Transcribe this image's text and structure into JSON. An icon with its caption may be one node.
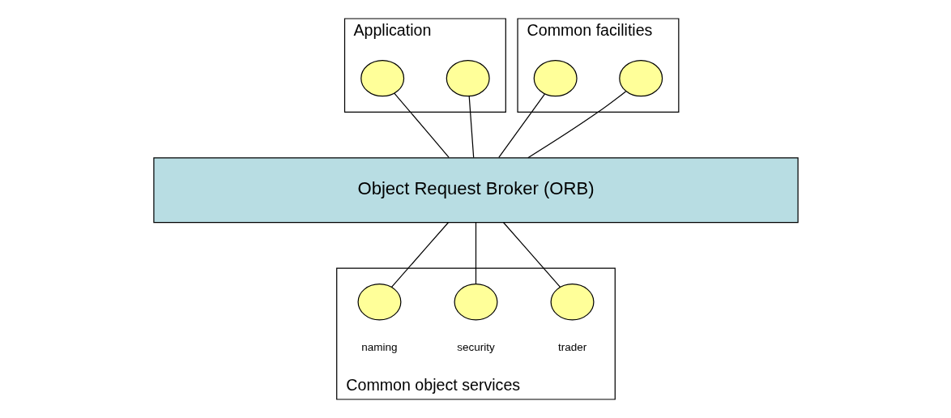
{
  "diagram": {
    "nodes": [
      {
        "text": [
          "Application"
        ]
      },
      {
        "text": [],
        "shape": "circle",
        "in": 0
      },
      {
        "text": [],
        "shape": "circle",
        "in": 0
      },
      {
        "text": [
          "Common facilities"
        ]
      },
      {
        "text": [],
        "shape": "circle",
        "in": 3
      },
      {
        "text": [],
        "shape": "circle",
        "in": 3
      },
      {
        "text": [
          "Object Request Broker (ORB)"
        ]
      },
      {
        "text": [
          "Common object services"
        ]
      },
      {
        "text": [],
        "shape": "circle",
        "in": 7,
        "beside": [
          "naming"
        ]
      },
      {
        "text": [],
        "shape": "circle",
        "in": 7,
        "beside": [
          "security"
        ]
      },
      {
        "text": [],
        "shape": "circle",
        "in": 7,
        "beside": [
          "trader"
        ]
      }
    ],
    "edges": [
      {
        "from": 1,
        "to": 6,
        "arrow": "none"
      },
      {
        "from": 2,
        "to": 6,
        "arrow": "none"
      },
      {
        "from": 4,
        "to": 6,
        "arrow": "none"
      },
      {
        "from": 5,
        "to": 6,
        "arrow": "none"
      },
      {
        "from": 6,
        "to": 8,
        "arrow": "none"
      },
      {
        "from": 6,
        "to": 9,
        "arrow": "none"
      },
      {
        "from": 6,
        "to": 10,
        "arrow": "none"
      }
    ]
  }
}
